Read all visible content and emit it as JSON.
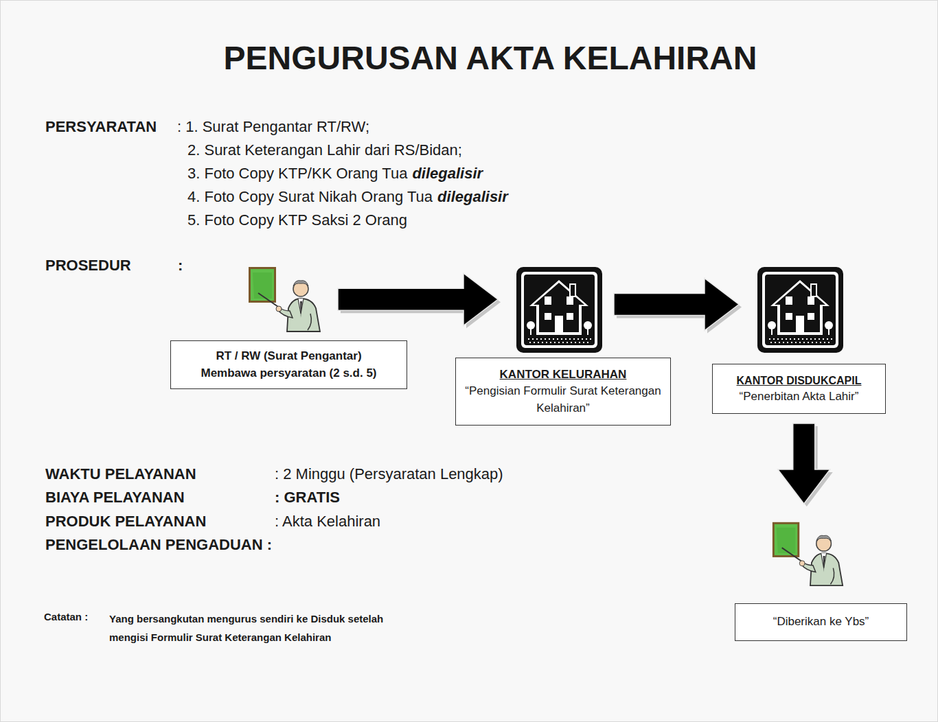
{
  "diagram": {
    "title": "PENGURUSAN AKTA KELAHIRAN",
    "nodes": [
      {
        "text": [
          "RT / RW (Surat Pengantar)",
          "Membawa persyaratan (2 s.d. 5)"
        ]
      },
      {
        "text": [
          "KANTOR KELURAHAN",
          "“Pengisian Formulir Surat Keterangan Kelahiran”"
        ]
      },
      {
        "text": [
          "KANTOR DISDUKCAPIL",
          "“Penerbitan Akta Lahir”"
        ]
      },
      {
        "text": [
          "“Diberikan ke Ybs”"
        ]
      }
    ],
    "edges": [
      {
        "from": 0,
        "to": 1,
        "arrow": "to"
      },
      {
        "from": 1,
        "to": 2,
        "arrow": "to"
      },
      {
        "from": 2,
        "to": 3,
        "arrow": "to"
      }
    ],
    "labels": [
      "PERSYARATAN",
      ": 1. Surat Pengantar RT/RW;",
      "2. Surat Keterangan Lahir dari RS/Bidan;",
      "3. Foto Copy KTP/KK Orang Tua",
      "dilegalisir",
      "4. Foto Copy Surat Nikah Orang Tua",
      "dilegalisir",
      "5. Foto Copy KTP Saksi 2 Orang",
      "PROSEDUR",
      ":",
      "WAKTU PELAYANAN",
      ": 2 Minggu (Persyaratan Lengkap)",
      "BIAYA PELAYANAN",
      ": GRATIS",
      "PRODUK PELAYANAN",
      ": Akta Kelahiran",
      "PENGELOLAAN PENGADUAN :",
      "Catatan :",
      "Yang bersangkutan mengurus sendiri ke Disduk setelah mengisi Formulir Surat Keterangan Kelahiran"
    ]
  }
}
